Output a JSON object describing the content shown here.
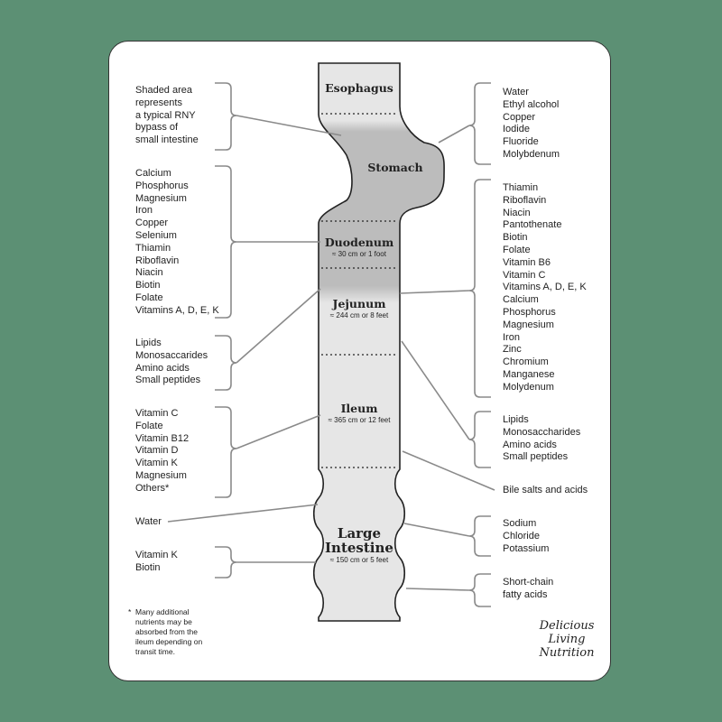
{
  "segments": {
    "esophagus": {
      "name": "Esophagus"
    },
    "stomach": {
      "name": "Stomach"
    },
    "duodenum": {
      "name": "Duodenum",
      "length": "≈ 30 cm or 1 foot"
    },
    "jejunum": {
      "name": "Jejunum",
      "length": "≈ 244 cm or 8 feet"
    },
    "ileum": {
      "name": "Ileum",
      "length": "≈ 365 cm or 12 feet"
    },
    "large_intestine": {
      "name_line1": "Large",
      "name_line2": "Intestine",
      "length": "≈ 150 cm or 5 feet"
    }
  },
  "left_groups": [
    {
      "items": [
        "Shaded area",
        "represents",
        "a typical RNY",
        "bypass of",
        "small intestine"
      ]
    },
    {
      "items": [
        "Calcium",
        "Phosphorus",
        "Magnesium",
        "Iron",
        "Copper",
        "Selenium",
        "Thiamin",
        "Riboflavin",
        "Niacin",
        "Biotin",
        "Folate",
        "Vitamins A, D, E, K"
      ]
    },
    {
      "items": [
        "Lipids",
        "Monosaccarides",
        "Amino acids",
        "Small peptides"
      ]
    },
    {
      "items": [
        "Vitamin C",
        "Folate",
        "Vitamin B12",
        "Vitamin D",
        "Vitamin K",
        "Magnesium",
        "Others*"
      ]
    },
    {
      "items": [
        "Water"
      ]
    },
    {
      "items": [
        "Vitamin K",
        "Biotin"
      ]
    }
  ],
  "right_groups": [
    {
      "items": [
        "Water",
        "Ethyl alcohol",
        "Copper",
        "Iodide",
        "Fluoride",
        "Molybdenum"
      ]
    },
    {
      "items": [
        "Thiamin",
        "Riboflavin",
        "Niacin",
        "Pantothenate",
        "Biotin",
        "Folate",
        "Vitamin B6",
        "Vitamin C",
        "Vitamins A, D, E, K",
        "Calcium",
        "Phosphorus",
        "Magnesium",
        "Iron",
        "Zinc",
        "Chromium",
        "Manganese",
        "Molydenum"
      ]
    },
    {
      "items": [
        "Lipids",
        "Monosaccharides",
        "Amino acids",
        "Small peptides"
      ]
    },
    {
      "items": [
        "Bile salts and acids"
      ]
    },
    {
      "items": [
        "Sodium",
        "Chloride",
        "Potassium"
      ]
    },
    {
      "items": [
        "Short-chain",
        "fatty acids"
      ]
    }
  ],
  "footnote": {
    "symbol": "*",
    "text": "Many additional\nnutrients may be\nabsorbed from the\nileum depending on\ntransit time."
  },
  "logo": {
    "line1": "Delicious",
    "line2": "Living",
    "line3": "Nutrition"
  },
  "colors": {
    "background": "#5c9074",
    "tube_light": "#e6e6e6",
    "tube_shaded": "#bcbcbc",
    "lines": "#8a8a8a"
  }
}
